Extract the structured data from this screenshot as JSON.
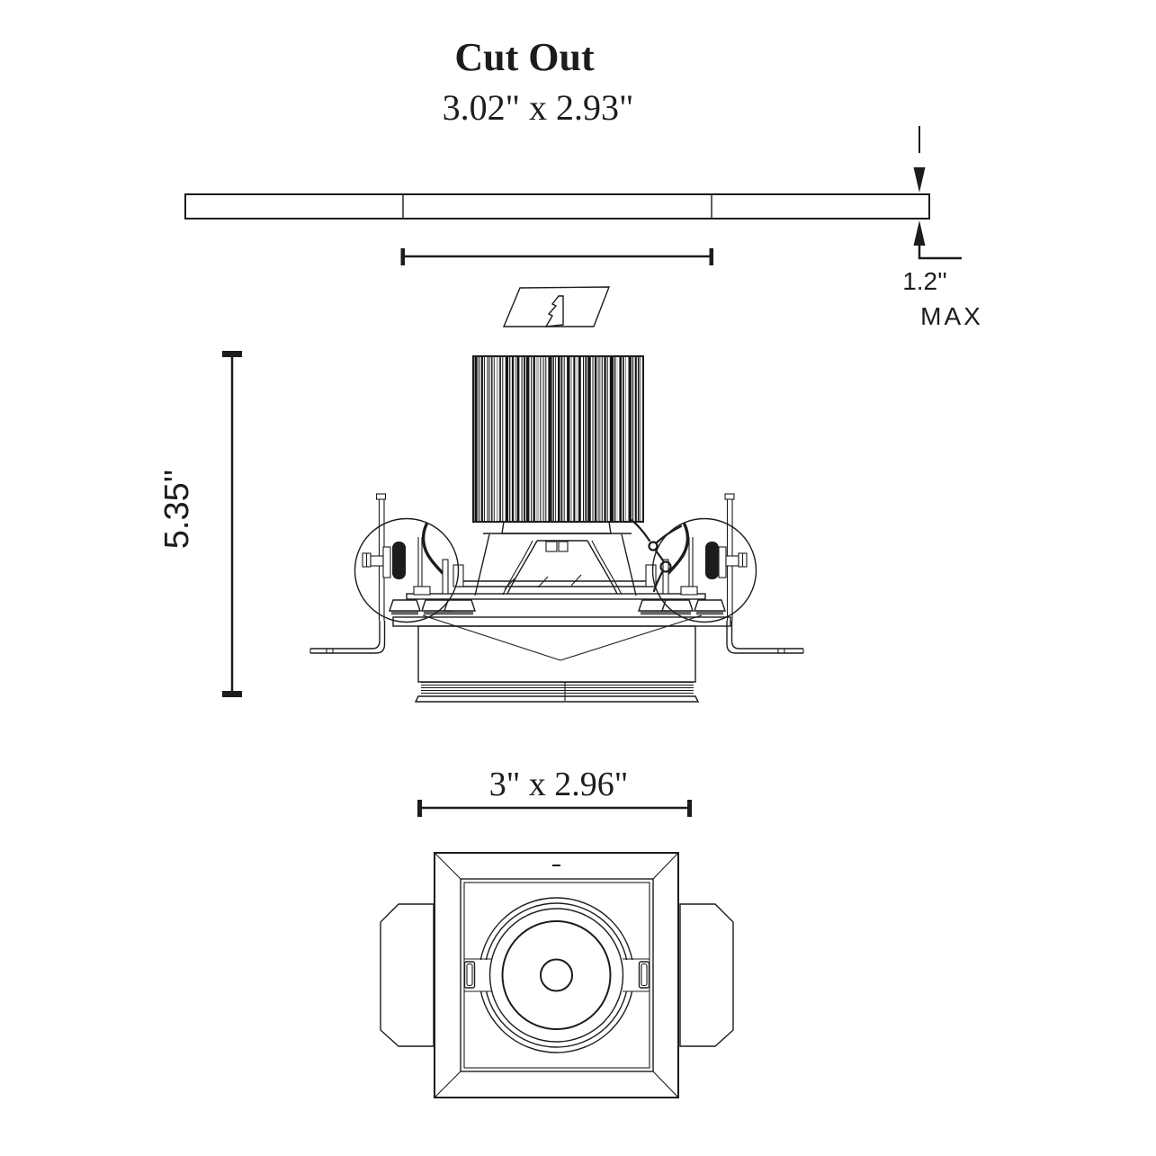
{
  "drawing": {
    "title": "Cut Out",
    "cutout_dimensions": "3.02\" x 2.93\"",
    "recess_depth": "1.2''",
    "recess_depth_qualifier": "MAX",
    "fixture_height": "5.35''",
    "face_dimensions": "3\" x 2.96\"",
    "line_color": "#1c1c1c"
  }
}
